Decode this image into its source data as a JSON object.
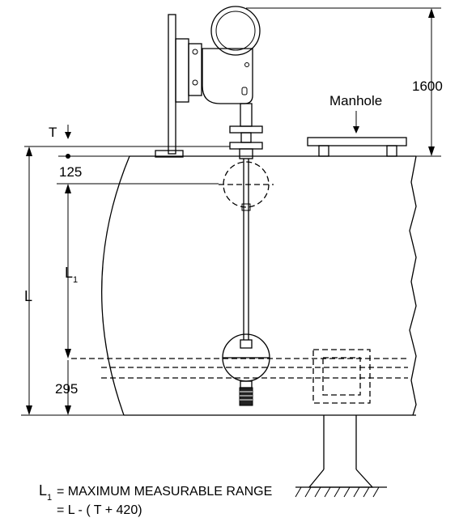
{
  "labels": {
    "manhole": "Manhole",
    "height_1600": "1600",
    "t": "T",
    "offset_125": "125",
    "l1_main": "L",
    "l1_sub": "1",
    "l": "L",
    "offset_295": "295",
    "legend_l_main": "L",
    "legend_l_sub": "1",
    "legend_line1": "= MAXIMUM MEASURABLE RANGE",
    "legend_line2": "= L - ( T + 420)"
  }
}
